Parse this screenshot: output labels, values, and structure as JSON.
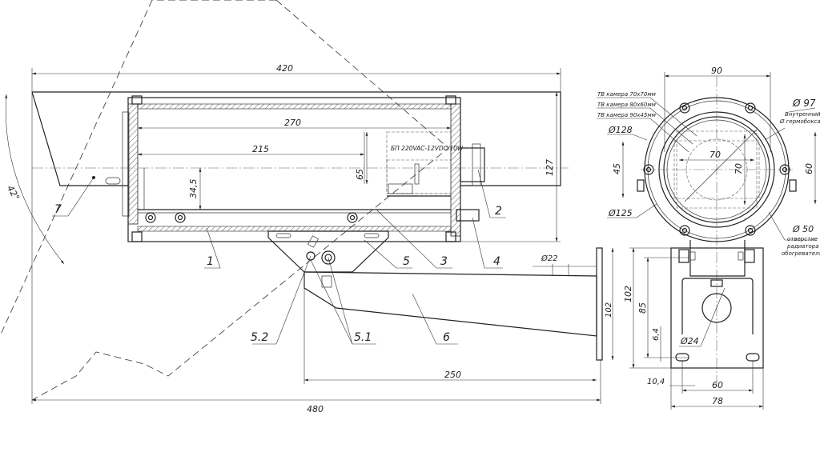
{
  "side_view": {
    "dims": {
      "d420": "420",
      "d270": "270",
      "d215": "215",
      "d127": "127",
      "d65": "65",
      "d34_5": "34,5",
      "d480": "480",
      "d250": "250",
      "d22": "Ø22",
      "d102": "102",
      "angle42": "42°"
    },
    "psu_label": "БП 220VAC-12VDC/10W",
    "callouts": [
      "7",
      "1",
      "2",
      "3",
      "4",
      "5",
      "5.2",
      "5.1",
      "6"
    ]
  },
  "front_view": {
    "d90": "90",
    "d97": "Ø 97",
    "d97_note1": "Внутренний",
    "d97_note2": "Ø гермобокса",
    "cam70": "ТВ камера 70х70мм",
    "cam80": "ТВ камера 80х60мм",
    "cam90": "ТВ камера 90х45мм",
    "d128": "Ø128",
    "d125": "Ø125",
    "d45": "45",
    "d60v": "60",
    "d70h": "70",
    "d70v": "70",
    "d50": "Ø 50",
    "d50_note1": "отверстие",
    "d50_note2": "радиатора",
    "d50_note3": "обогревателя"
  },
  "bracket_view": {
    "d102": "102",
    "d85": "85",
    "d6_4": "6,4",
    "d24": "Ø24",
    "d10_4": "10,4",
    "d60": "60",
    "d78": "78"
  }
}
